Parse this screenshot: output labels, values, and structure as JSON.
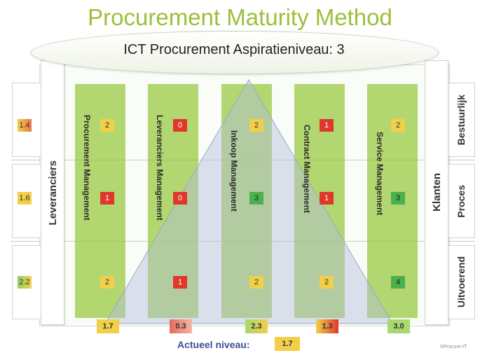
{
  "title": "Procurement Maturity Method",
  "aspiration": "ICT Procurement Aspiratieniveau: 3",
  "left_label": "Leveranciers",
  "right_label": "Klanten",
  "rows": [
    "Bestuurlijk",
    "Proces",
    "Uitvoerend"
  ],
  "row_scores": [
    "1.4",
    "1.6",
    "2.2"
  ],
  "columns": [
    {
      "label": "Procurement Management",
      "scores": [
        "2",
        "1",
        "2"
      ],
      "avg": "1.7"
    },
    {
      "label": "Leveranciers Management",
      "scores": [
        "0",
        "0",
        "1"
      ],
      "avg": "0.3"
    },
    {
      "label": "Inkoop Management",
      "scores": [
        "2",
        "3",
        "2"
      ],
      "avg": "2.3"
    },
    {
      "label": "Contract Management",
      "scores": [
        "1",
        "1",
        "2"
      ],
      "avg": "1.3"
    },
    {
      "label": "Service Management",
      "scores": [
        "2",
        "3",
        "4"
      ],
      "avg": "3.0"
    }
  ],
  "actual_label": "Actueel niveau:",
  "actual_value": "1.7",
  "credit": "©Procure-IT",
  "colors": {
    "title": "#9cc03a",
    "column": "#96c83c",
    "yellow": "#f2cf49",
    "red": "#e0372c",
    "green": "#4bb14c"
  }
}
